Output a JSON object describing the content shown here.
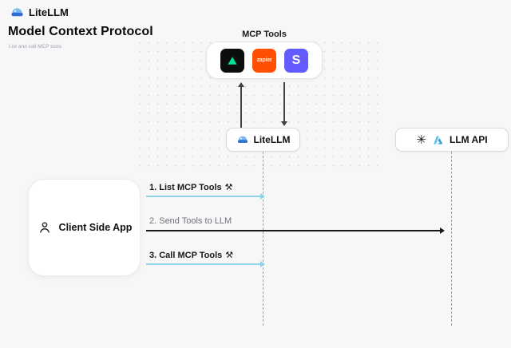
{
  "brand": {
    "name": "LiteLLM"
  },
  "header": {
    "title": "Model Context Protocol",
    "subtitle": "List and call MCP tools"
  },
  "mcp": {
    "label": "MCP Tools",
    "tools": [
      {
        "id": "neon"
      },
      {
        "id": "zapier",
        "text": "zapier"
      },
      {
        "id": "stripe",
        "text": "S"
      }
    ]
  },
  "nodes": {
    "litellm": "LiteLLM",
    "llm_api": "LLM API",
    "client": "Client Side App"
  },
  "messages": [
    {
      "label": "1. List MCP Tools",
      "tool_icon": "⚒"
    },
    {
      "label": "2. Send Tools to LLM",
      "tool_icon": ""
    },
    {
      "label": "3. Call MCP Tools",
      "tool_icon": "⚒"
    }
  ],
  "colors": {
    "accent_cyan": "#8fd3ea",
    "ink": "#18181b",
    "neon_green": "#00e599",
    "zapier_orange": "#ff4f00",
    "stripe_purple": "#635bff"
  }
}
